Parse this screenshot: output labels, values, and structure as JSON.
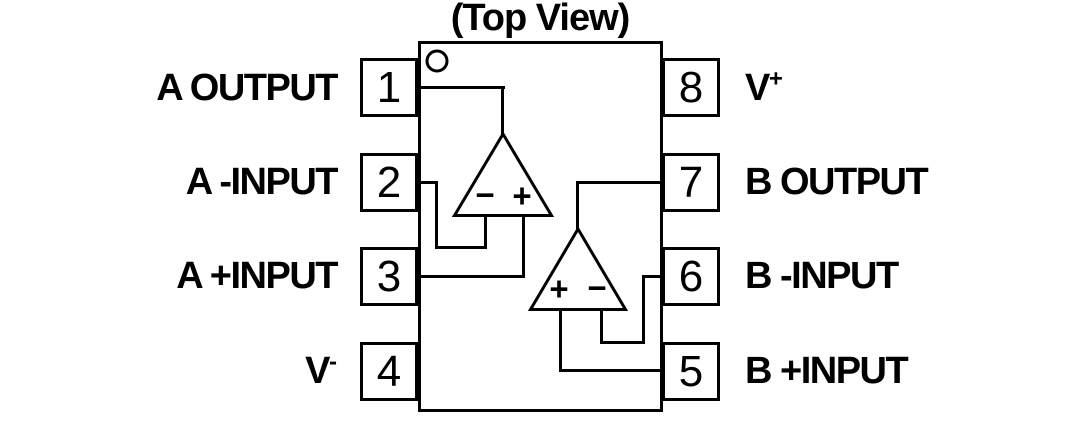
{
  "title": "(Top View)",
  "colors": {
    "line": "#000000",
    "background": "#ffffff",
    "text": "#000000"
  },
  "ic": {
    "left_pins": [
      {
        "number": "1",
        "label": "A OUTPUT"
      },
      {
        "number": "2",
        "label": "A -INPUT"
      },
      {
        "number": "3",
        "label": "A +INPUT"
      },
      {
        "number": "4",
        "label": "V",
        "label_sup": "-"
      }
    ],
    "right_pins": [
      {
        "number": "8",
        "label": "V",
        "label_sup": "+"
      },
      {
        "number": "7",
        "label": "B OUTPUT"
      },
      {
        "number": "6",
        "label": "B -INPUT"
      },
      {
        "number": "5",
        "label": "B +INPUT"
      }
    ],
    "opamp_a": {
      "minus_sign": "−",
      "plus_sign": "+"
    },
    "opamp_b": {
      "plus_sign": "+",
      "minus_sign": "−"
    }
  }
}
